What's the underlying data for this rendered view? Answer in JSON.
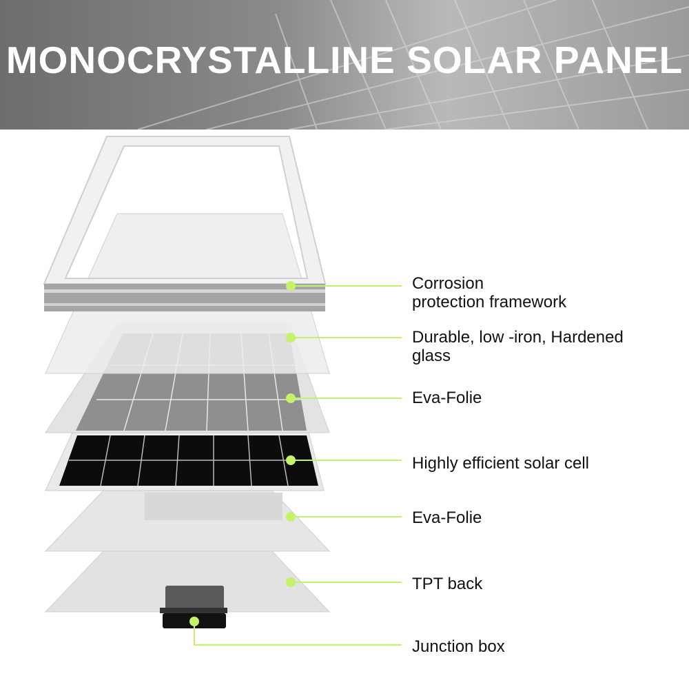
{
  "title": "MONOCRYSTALLINE SOLAR PANEL",
  "accent_color": "#c4f36a",
  "labels": [
    {
      "line1": "Corrosion",
      "line2": "protection framework"
    },
    {
      "line1": "Durable, low -iron, Hardened",
      "line2": "glass"
    },
    {
      "line1": "Eva-Folie"
    },
    {
      "line1": "Highly efficient solar cell"
    },
    {
      "line1": "Eva-Folie"
    },
    {
      "line1": "TPT back"
    },
    {
      "line1": "Junction box"
    }
  ]
}
